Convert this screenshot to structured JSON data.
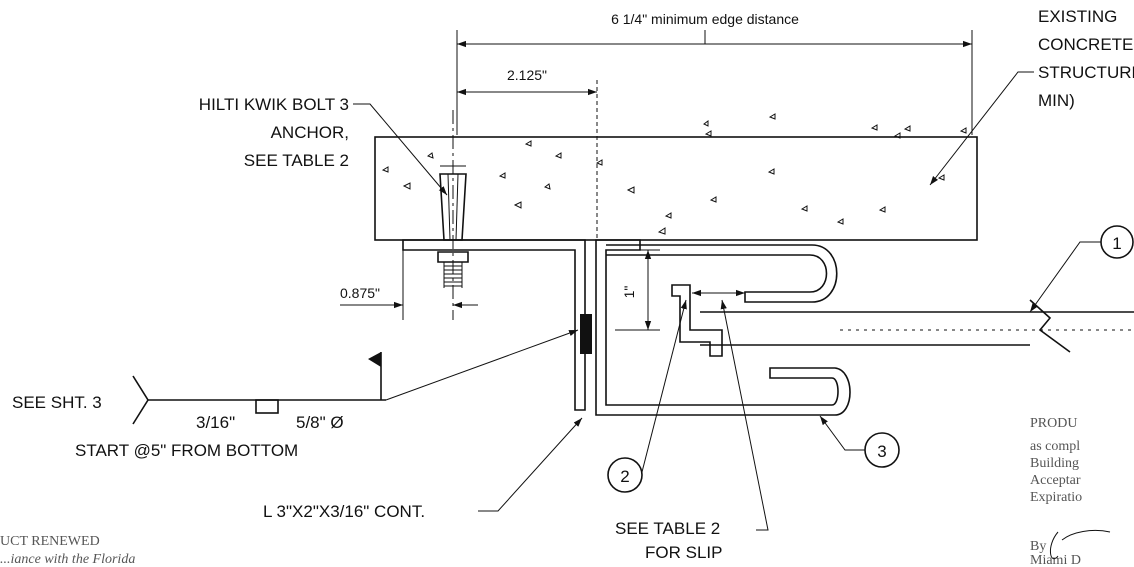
{
  "dimensions": {
    "edge_distance": "6 1/4\" minimum edge distance",
    "anchor_offset": "2.125\"",
    "angle_offset": "0.875\"",
    "height_1": "1\""
  },
  "labels": {
    "anchor_line1": "HILTI KWIK BOLT 3",
    "anchor_line2": "ANCHOR,",
    "anchor_line3": "SEE TABLE 2",
    "existing_line1": "EXISTING",
    "existing_line2": "CONCRETE",
    "existing_line3": "STRUCTURE",
    "existing_line4": "MIN)",
    "weld_ref": "SEE SHT. 3",
    "weld_size": "3/16\"",
    "weld_dia": "5/8\" Ø",
    "weld_start": "START @5\" FROM BOTTOM",
    "angle": "L 3\"X2\"X3/16\" CONT.",
    "slip_line1": "SEE TABLE 2",
    "slip_line2": "FOR SLIP"
  },
  "callouts": [
    "1",
    "2",
    "3"
  ],
  "stamps": {
    "left_line1": "UCT RENEWED",
    "left_line2": "...iance with the Florida",
    "right_line1": "PRODU",
    "right_line2": "as compl",
    "right_line3": "Building",
    "right_line4": "Acceptar",
    "right_line5": "Expiratio",
    "right_line6": "By",
    "right_line7": "Miami D"
  }
}
